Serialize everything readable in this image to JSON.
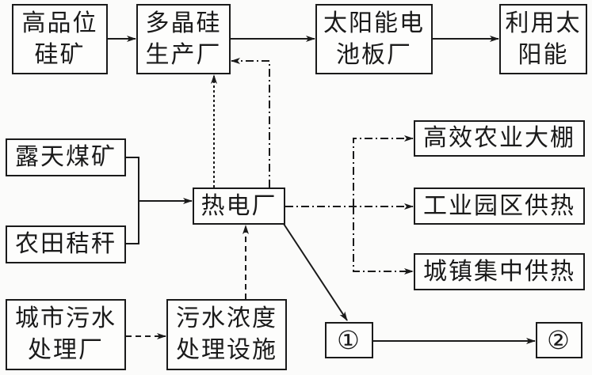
{
  "diagram": {
    "nodes": {
      "silicon_ore": {
        "lines": [
          "高品位",
          "硅矿"
        ]
      },
      "polysilicon_plant": {
        "lines": [
          "多晶硅",
          "生产厂"
        ]
      },
      "solar_panel_plant": {
        "lines": [
          "太阳能电",
          "池板厂"
        ]
      },
      "use_solar": {
        "lines": [
          "利用太",
          "阳能"
        ]
      },
      "open_pit_coal": {
        "lines": [
          "露天煤矿"
        ]
      },
      "farm_straw": {
        "lines": [
          "农田秸秆"
        ]
      },
      "thermal_power_plant": {
        "lines": [
          "热电厂"
        ]
      },
      "greenhouse": {
        "lines": [
          "高效农业大棚"
        ]
      },
      "industrial_heating": {
        "lines": [
          "工业园区供热"
        ]
      },
      "town_heating": {
        "lines": [
          "城镇集中供热"
        ]
      },
      "sewage_plant": {
        "lines": [
          "城市污水",
          "处理厂"
        ]
      },
      "sewage_treatment": {
        "lines": [
          "污水浓度",
          "处理设施"
        ]
      },
      "unknown_1": {
        "lines": [
          "①"
        ]
      },
      "unknown_2": {
        "lines": [
          "②"
        ]
      }
    },
    "edges": [
      {
        "from": "silicon_ore",
        "to": "polysilicon_plant",
        "style": "solid"
      },
      {
        "from": "polysilicon_plant",
        "to": "solar_panel_plant",
        "style": "solid"
      },
      {
        "from": "solar_panel_plant",
        "to": "use_solar",
        "style": "solid"
      },
      {
        "from": "open_pit_coal",
        "to": "thermal_power_plant",
        "style": "solid"
      },
      {
        "from": "farm_straw",
        "to": "thermal_power_plant",
        "style": "solid"
      },
      {
        "from": "thermal_power_plant",
        "to": "polysilicon_plant",
        "style": "dotted"
      },
      {
        "from": "thermal_power_plant",
        "to": "polysilicon_plant",
        "style": "dash-dot"
      },
      {
        "from": "thermal_power_plant",
        "to": "greenhouse",
        "style": "dash-dot"
      },
      {
        "from": "thermal_power_plant",
        "to": "industrial_heating",
        "style": "dash-dot"
      },
      {
        "from": "thermal_power_plant",
        "to": "town_heating",
        "style": "dash-dot"
      },
      {
        "from": "sewage_plant",
        "to": "sewage_treatment",
        "style": "dashed"
      },
      {
        "from": "sewage_treatment",
        "to": "thermal_power_plant",
        "style": "dashed"
      },
      {
        "from": "thermal_power_plant",
        "to": "unknown_1",
        "style": "solid"
      },
      {
        "from": "unknown_1",
        "to": "unknown_2",
        "style": "solid"
      }
    ],
    "colors": {
      "ink": "#1a1a1a",
      "background": "#fbfbfa"
    }
  }
}
